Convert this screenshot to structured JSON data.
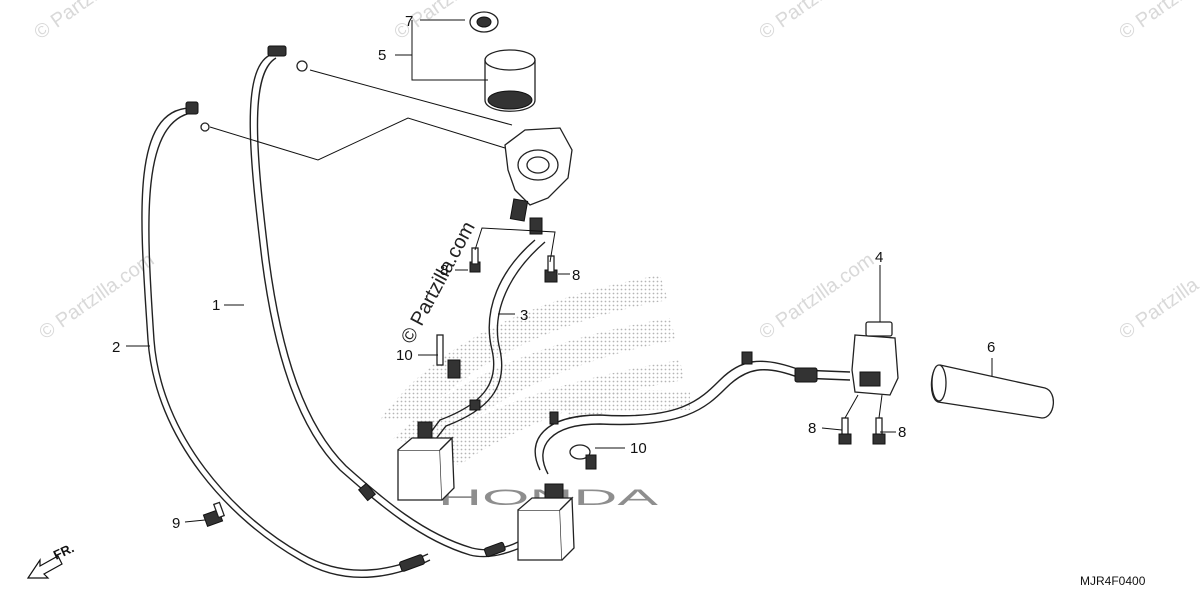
{
  "diagram_code": "MJR4F0400",
  "watermark": "© Partzilla.com",
  "logo_text": "HONDA",
  "direction_label": "FR.",
  "callouts": {
    "c1": "1",
    "c2": "2",
    "c3": "3",
    "c4": "4",
    "c5": "5",
    "c6": "6",
    "c7": "7",
    "c8a": "8",
    "c8b": "8",
    "c8c": "8",
    "c8d": "8",
    "c9": "9",
    "c10a": "10",
    "c10b": "10"
  }
}
